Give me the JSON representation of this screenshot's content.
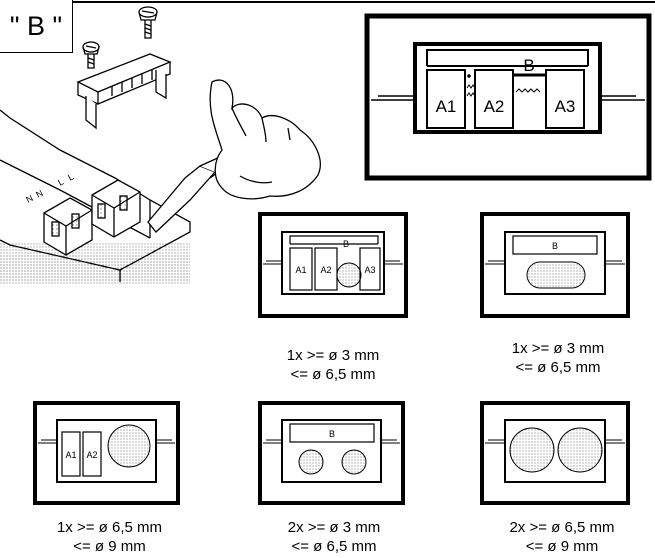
{
  "title_label": "\" B \"",
  "main_detail": {
    "cover_label": "B",
    "slot_labels": [
      "A1",
      "A2",
      "A3"
    ]
  },
  "options": [
    {
      "slots": [
        "A1",
        "A2",
        "A3"
      ],
      "cover_label": "B",
      "caption_line1": "1x >= ø 3 mm",
      "caption_line2": "<= ø 6,5 mm"
    },
    {
      "cover_label": "B",
      "caption_line1": "1x >= ø 3 mm",
      "caption_line2": "<= ø 6,5 mm"
    },
    {
      "slots": [
        "A1",
        "A2"
      ],
      "caption_line1": "1x >= ø 6,5 mm",
      "caption_line2": "<= ø 9 mm"
    },
    {
      "cover_label": "B",
      "caption_line1": "2x >= ø 3 mm",
      "caption_line2": "<= ø 6,5 mm"
    },
    {
      "caption_line1": "2x >= ø 6,5 mm",
      "caption_line2": "<= ø 9 mm"
    }
  ],
  "terminal_marks": [
    "N",
    "N",
    "L",
    "L"
  ]
}
